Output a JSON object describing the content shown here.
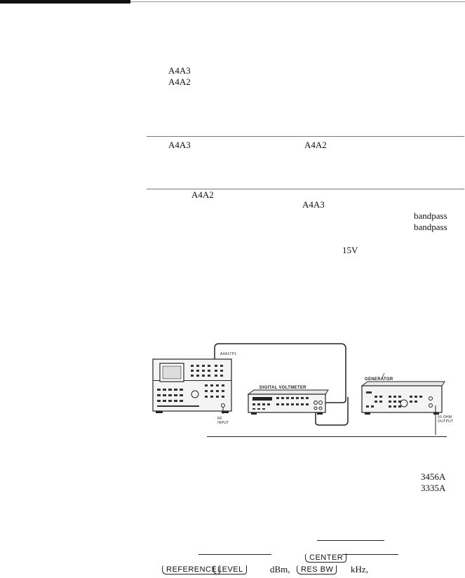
{
  "header": {
    "bar_color": "#111111"
  },
  "text_fragments": {
    "a4a3_1": "A4A3",
    "a4a2_1": "A4A2",
    "a4a3_2": "A4A3",
    "a4a2_2": "A4A2",
    "a4a2_3": "A4A2",
    "a4a3_3": "A4A3",
    "bandpass_1": "bandpass",
    "bandpass_2": "bandpass",
    "voltage": "15V",
    "model_1": "3456A",
    "model_2": "3335A",
    "dbm": "dBm,",
    "khz": "kHz,"
  },
  "figure": {
    "label_tp": "A4A1TP1",
    "label_dvm": "DIGITAL VOLTMETER",
    "label_gen": "GENERATOR",
    "label_rf_1": "RF",
    "label_rf_2": "INPUT",
    "label_out_1": "50 OHM",
    "label_out_2": "OUTPUT"
  },
  "keys": {
    "reference": "REFERENCE",
    "level": "LEVEL",
    "res_bw": "RES BW",
    "center": "CENTER"
  }
}
